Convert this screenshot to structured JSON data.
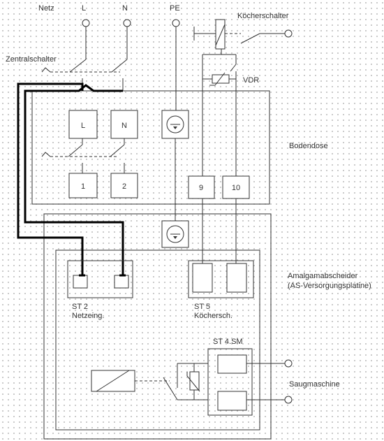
{
  "terminals": {
    "netz": "Netz",
    "l": "L",
    "n": "N",
    "pe": "PE"
  },
  "labels": {
    "koecherschalter": "Köcherschalter",
    "zentralschalter": "Zentralschalter",
    "vdr": "VDR",
    "bodendose": "Bodendose",
    "amalgam_line1": "Amalgamabscheider",
    "amalgam_line2": "(AS-Versorgungsplatine)",
    "saugmaschine": "Saugmaschine",
    "st4": "ST 4.SM"
  },
  "bodendose_boxes": [
    "L",
    "N",
    "1",
    "2",
    "9",
    "10"
  ],
  "connectors": [
    {
      "line1": "ST 2",
      "line2": "Netzeing."
    },
    {
      "line1": "ST 5",
      "line2": "Köchersch."
    }
  ]
}
